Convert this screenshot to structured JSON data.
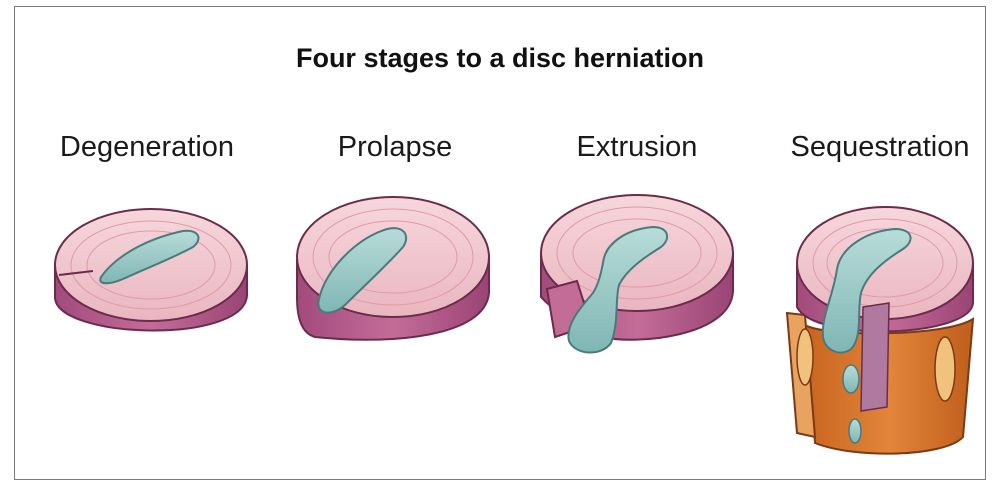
{
  "title": "Four stages to a disc herniation",
  "stages": [
    {
      "label": "Degeneration"
    },
    {
      "label": "Prolapse"
    },
    {
      "label": "Extrusion"
    },
    {
      "label": "Sequestration"
    }
  ],
  "colors": {
    "disc_top": "#f2c8cf",
    "disc_side": "#b85a8c",
    "nucleus": "#9ccbc8",
    "vertebra": "#d4732e",
    "vertebra_light": "#f0c27c",
    "outline": "#5a2a3a"
  },
  "icons": [
    "degeneration-disc-illustration",
    "prolapse-disc-illustration",
    "extrusion-disc-illustration",
    "sequestration-disc-illustration"
  ]
}
